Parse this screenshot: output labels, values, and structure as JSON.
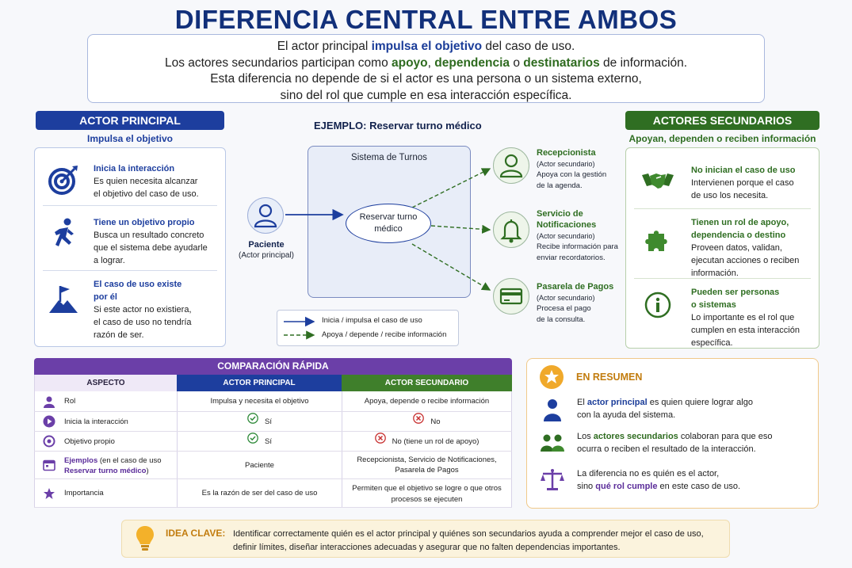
{
  "title": "DIFERENCIA CENTRAL ENTRE AMBOS",
  "summary": {
    "l1_a": "El actor principal ",
    "l1_b": "impulsa el objetivo",
    "l1_c": " del caso de uso.",
    "l2_a": "Los actores secundarios participan como ",
    "l2_b": "apoyo",
    "l2_c": ", ",
    "l2_d": "dependencia",
    "l2_e": " o ",
    "l2_f": "destinatarios",
    "l2_g": " de información.",
    "l3": "Esta diferencia no depende de si el actor es una persona o un sistema externo,",
    "l4": "sino del rol que cumple en esa interacción específica."
  },
  "principal": {
    "header": "ACTOR PRINCIPAL",
    "subtitle": "Impulsa el objetivo",
    "items": [
      {
        "icon": "target-icon",
        "title": "Inicia la interacción",
        "lines": [
          "Es quien necesita alcanzar",
          "el objetivo del caso de uso."
        ]
      },
      {
        "icon": "running-person-icon",
        "title": "Tiene un objetivo propio",
        "lines": [
          "Busca un resultado concreto",
          "que el sistema debe ayudarle",
          "a lograr."
        ]
      },
      {
        "icon": "summit-flag-icon",
        "title": "El caso de uso existe",
        "title2": "por él",
        "lines": [
          "Si este actor no existiera,",
          "el caso de uso no tendría",
          "razón de ser."
        ]
      }
    ]
  },
  "secundarios": {
    "header": "ACTORES SECUNDARIOS",
    "subtitle": "Apoyan, dependen o reciben información",
    "items": [
      {
        "icon": "handshake-icon",
        "title": "No inician el caso de uso",
        "lines": [
          "Intervienen porque el caso",
          "de uso los necesita."
        ]
      },
      {
        "icon": "puzzle-icon",
        "title": "Tienen un rol de apoyo,",
        "title2": "dependencia o destino",
        "lines": [
          "Proveen datos, validan,",
          "ejecutan acciones o reciben",
          "información."
        ]
      },
      {
        "icon": "info-icon",
        "title": "Pueden ser personas",
        "title2": "o sistemas",
        "lines": [
          "Lo importante es el rol que",
          "cumplen en esta interacción",
          "específica."
        ]
      }
    ]
  },
  "diagram": {
    "title": "EJEMPLO: Reservar turno médico",
    "system": "Sistema de Turnos",
    "usecase_l1": "Reservar turno",
    "usecase_l2": "médico",
    "principal_name": "Paciente",
    "principal_role": "(Actor principal)",
    "secondary": [
      {
        "icon": "person-icon",
        "name": "Recepcionista",
        "role": "(Actor secundario)",
        "desc": [
          "Apoya con la gestión",
          "de la agenda."
        ]
      },
      {
        "icon": "bell-icon",
        "name": "Servicio de",
        "name2": "Notificaciones",
        "role": "(Actor secundario)",
        "desc": [
          "Recibe información para",
          "enviar recordatorios."
        ]
      },
      {
        "icon": "credit-card-icon",
        "name": "Pasarela de Pagos",
        "role": "(Actor secundario)",
        "desc": [
          "Procesa el pago",
          "de la consulta."
        ]
      }
    ],
    "legend": {
      "solid": "Inicia / impulsa el caso de uso",
      "dashed": "Apoya / depende / recibe información"
    }
  },
  "comparison": {
    "title": "COMPARACIÓN RÁPIDA",
    "headers": [
      "ASPECTO",
      "ACTOR PRINCIPAL",
      "ACTOR SECUNDARIO"
    ],
    "rows": [
      {
        "icon": "person-icon",
        "aspect": "Rol",
        "principal": "Impulsa y necesita el objetivo",
        "secondary": "Apoya, depende o recibe información"
      },
      {
        "icon": "play-icon",
        "aspect": "Inicia la interacción",
        "principal": "Sí",
        "secondary": "No"
      },
      {
        "icon": "target-icon",
        "aspect": "Objetivo propio",
        "principal": "Sí",
        "secondary": "No (tiene un rol de apoyo)"
      },
      {
        "icon": "calendar-icon",
        "aspect": "Ejemplos",
        "aspect_b": " (en el caso de uso",
        "aspect2": "Reservar turno médico",
        "aspect2_b": ")",
        "principal": "Paciente",
        "secondary": "Recepcionista, Servicio de Notificaciones,",
        "secondary2": "Pasarela de Pagos"
      },
      {
        "icon": "star-icon",
        "aspect": "Importancia",
        "principal": "Es la razón de ser del caso de uso",
        "secondary": "Permiten que el objetivo se logre o que otros",
        "secondary2": "procesos se ejecuten"
      }
    ]
  },
  "resumen": {
    "title": "EN RESUMEN",
    "p1_a": "El ",
    "p1_b": "actor principal",
    "p1_c": " es quien quiere lograr algo",
    "p1_d": "con la ayuda del sistema.",
    "p2_a": "Los ",
    "p2_b": "actores secundarios",
    "p2_c": " colaboran para que eso",
    "p2_d": "ocurra o reciben el resultado de la interacción.",
    "p3_a": "La diferencia no es quién es el actor,",
    "p3_b": "sino ",
    "p3_c": "qué rol cumple",
    "p3_d": " en este caso de uso."
  },
  "idea": {
    "label": "IDEA CLAVE:",
    "l1": "Identificar correctamente quién es el actor principal y quiénes son secundarios ayuda a comprender mejor el caso de uso,",
    "l2": "definir límites, diseñar interacciones adecuadas y asegurar que no falten dependencias importantes."
  },
  "colors": {
    "blue": "#1d3e9e",
    "green": "#2f6e22",
    "purple": "#6b3fa8",
    "orange": "#c27c0e"
  }
}
